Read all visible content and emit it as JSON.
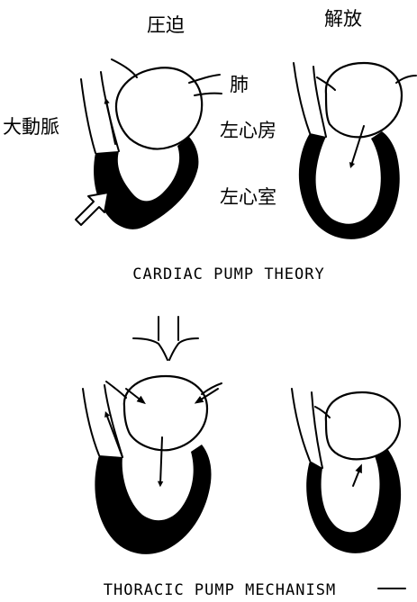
{
  "labels": {
    "compression": "圧迫",
    "release": "解放",
    "lung": "肺",
    "aorta": "大動脈",
    "left_atrium": "左心房",
    "left_ventricle": "左心室"
  },
  "captions": {
    "cardiac_pump": "CARDIAC PUMP THEORY",
    "thoracic_pump": "THORACIC PUMP MECHANISM"
  },
  "icons": {
    "external_pressure": "outline-arrow-icon",
    "transition": "funnel-arrow-icon",
    "flow": "filled-arrow-icon"
  },
  "colors": {
    "ink": "#000000",
    "background": "#ffffff"
  }
}
